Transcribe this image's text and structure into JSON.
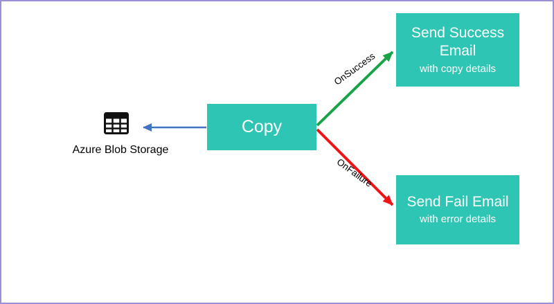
{
  "diagram": {
    "copy_box": {
      "label": "Copy"
    },
    "source": {
      "label": "Azure Blob Storage"
    },
    "success": {
      "arrow_label": "OnSuccess",
      "title": "Send Success Email",
      "subtitle": "with copy details"
    },
    "failure": {
      "arrow_label": "OnFailure",
      "title": "Send Fail Email",
      "subtitle": "with error details"
    },
    "colors": {
      "box_fill": "#2EC5B4",
      "success_arrow": "#18A349",
      "failure_arrow": "#F01419",
      "storage_arrow": "#4472C4",
      "frame_border": "#9D8FD5",
      "box_text": "#FFFFFF",
      "label_text": "#000000"
    }
  }
}
